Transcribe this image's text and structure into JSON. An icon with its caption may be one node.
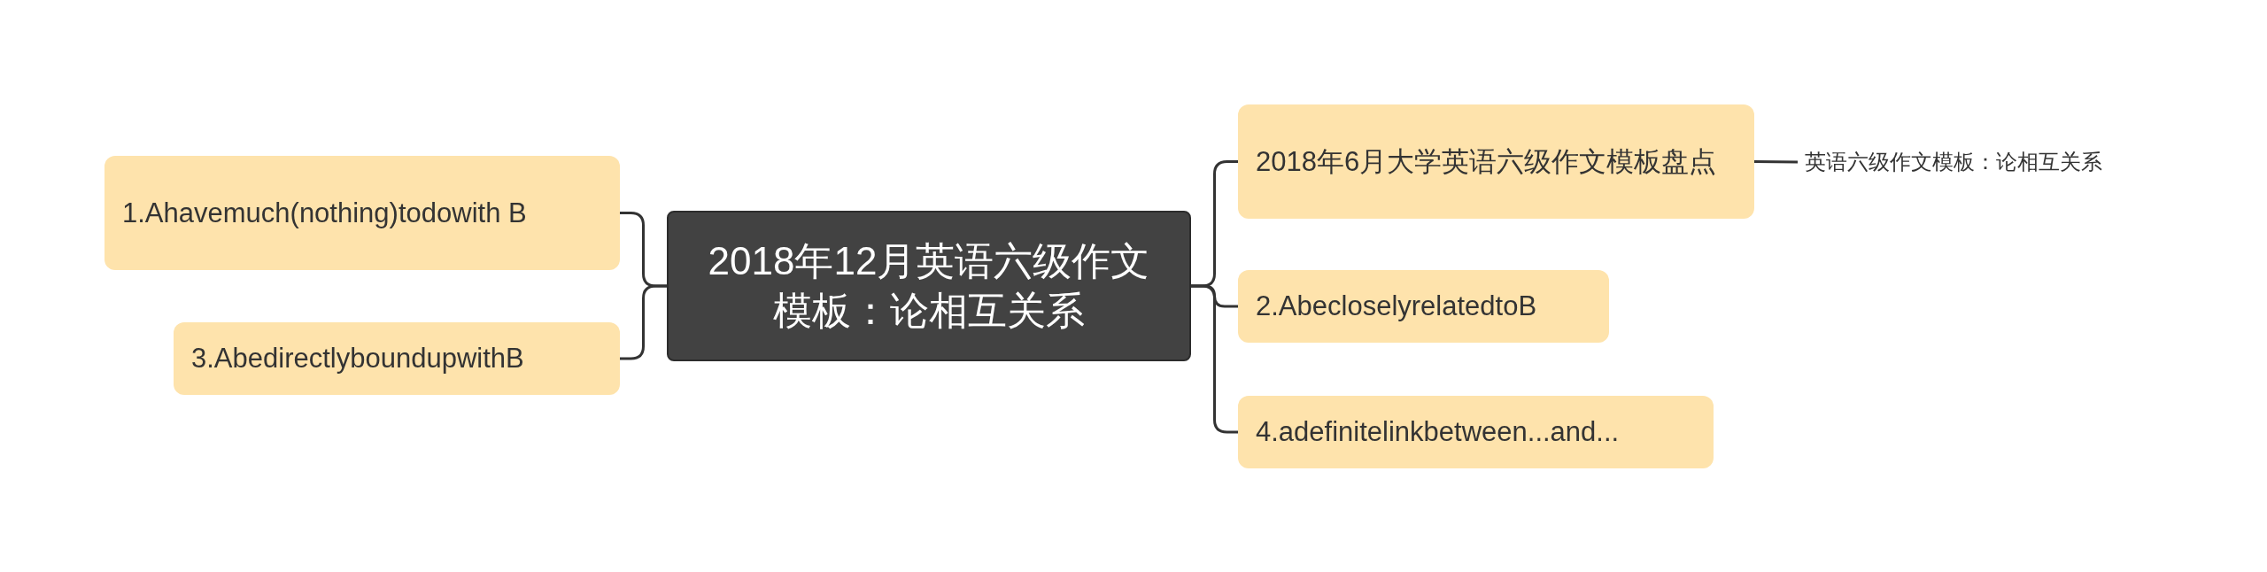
{
  "diagram": {
    "nodes": [
      {
        "text": [
          "2018年12月英语六级作文模板：论相互关系"
        ]
      },
      {
        "text": [
          "1.Ahavemuch(nothing)todowith B"
        ]
      },
      {
        "text": [
          "3.AbedirectlyboundupwithB"
        ]
      },
      {
        "text": [
          "2018年6月大学英语六级作文模板盘点"
        ]
      },
      {
        "text": [
          "英语六级作文模板：论相互关系"
        ]
      },
      {
        "text": [
          "2.AbecloselyrelatedtoB"
        ]
      },
      {
        "text": [
          "4.adefinitelinkbetween...and..."
        ]
      }
    ],
    "edges": [
      {
        "from": 0,
        "to": 1,
        "arrow": "none"
      },
      {
        "from": 0,
        "to": 2,
        "arrow": "none"
      },
      {
        "from": 0,
        "to": 3,
        "arrow": "none"
      },
      {
        "from": 0,
        "to": 5,
        "arrow": "none"
      },
      {
        "from": 0,
        "to": 6,
        "arrow": "none"
      },
      {
        "from": 3,
        "to": 4,
        "arrow": "none"
      }
    ]
  }
}
